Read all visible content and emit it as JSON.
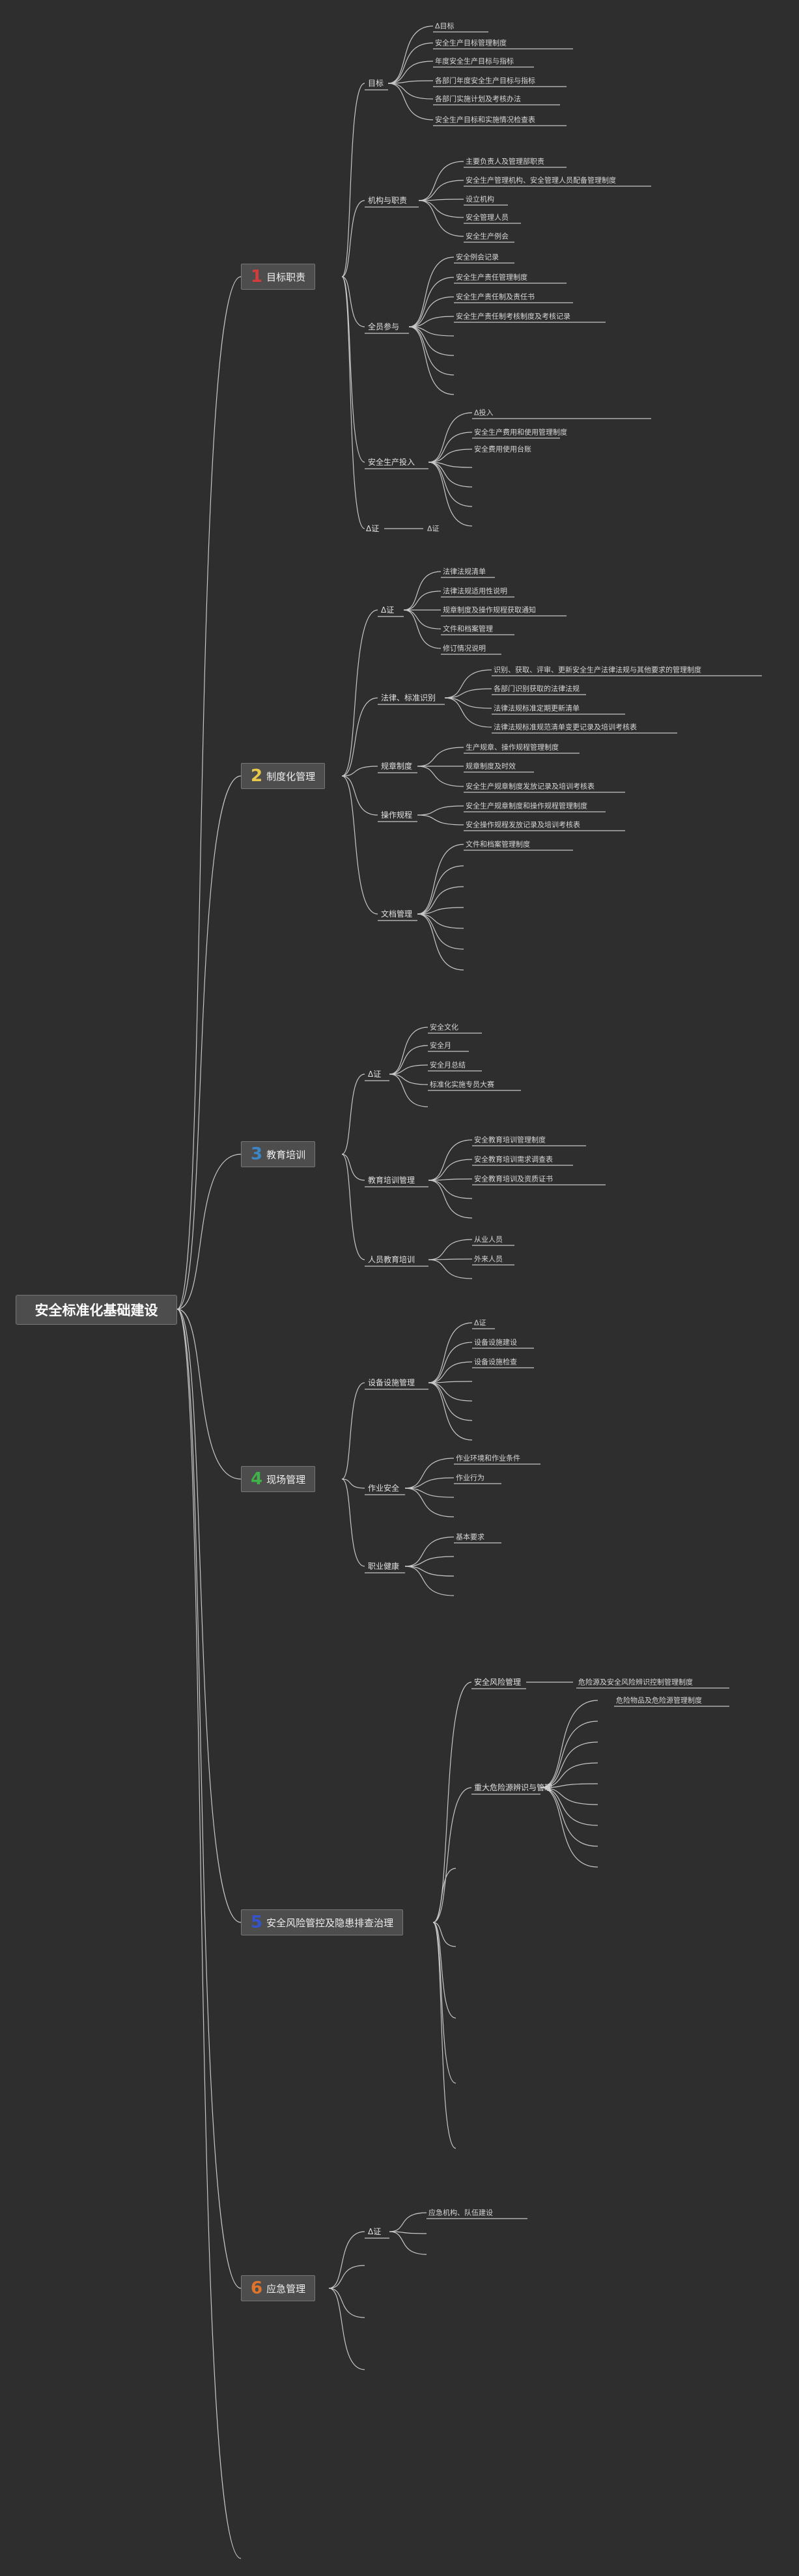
{
  "root": "安全标准化基础建设",
  "colors": {
    "line": "#c8c8c8",
    "background": "#2e2e2e",
    "box": "#4d4d4d"
  },
  "sections": [
    {
      "num": "1",
      "name": "目标职责",
      "num_color": "#d43c3c"
    },
    {
      "num": "2",
      "name": "制度化管理",
      "num_color": "#e7c84a"
    },
    {
      "num": "3",
      "name": "教育培训",
      "num_color": "#3c86c6"
    },
    {
      "num": "4",
      "name": "现场管理",
      "num_color": "#3fb34a"
    },
    {
      "num": "5",
      "name": "安全风险管控及隐患排查治理",
      "num_color": "#3554c9"
    },
    {
      "num": "6",
      "name": "应急管理",
      "num_color": "#e0742a"
    }
  ],
  "branches": [
    {
      "label": "目标",
      "items": [
        "Δ目标",
        "安全生产目标管理制度",
        "年度安全生产目标与指标",
        "各部门年度安全生产目标与指标",
        "各部门实施计划及考核办法",
        "安全生产目标和实施情况检查表"
      ]
    },
    {
      "label": "机构与职责",
      "items": [
        "主要负责人及管理部职责",
        "安全生产管理机构、安全管理人员配备管理制度",
        "设立机构",
        "安全管理人员",
        "安全生产例会"
      ]
    },
    {
      "label": "全员参与",
      "items": [
        "安全例会记录",
        "安全生产责任管理制度",
        "安全生产责任制及责任书",
        "安全生产责任制考核制度及考核记录"
      ]
    },
    {
      "label": "安全生产投入",
      "items": [
        "Δ投入",
        "安全生产费用和使用管理制度",
        "安全费用使用台账"
      ]
    },
    {
      "label": "Δ证",
      "items": [
        "Δ证"
      ]
    },
    {
      "label": "Δ证",
      "items": [
        "法律法规清单",
        "法律法规适用性说明",
        "规章制度及操作规程获取通知",
        "文件和档案管理",
        "修订情况说明"
      ]
    },
    {
      "label": "法律、标准识别",
      "items": [
        "识别、获取、评审、更新安全生产法律法规与其他要求的管理制度",
        "各部门识别获取的法律法规",
        "法律法规标准定期更新清单",
        "法律法规标准规范清单变更记录及培训考核表"
      ]
    },
    {
      "label": "规章制度",
      "items": [
        "生产规章、操作规程管理制度",
        "规章制度及时效",
        "安全生产规章制度发放记录及培训考核表"
      ]
    },
    {
      "label": "操作规程",
      "items": [
        "安全生产规章制度和操作规程管理制度",
        "安全操作规程发放记录及培训考核表"
      ]
    },
    {
      "label": "文档管理",
      "items": [
        "文件和档案管理制度"
      ]
    },
    {
      "label": "Δ证",
      "items": [
        "安全文化",
        "安全月",
        "安全月总结",
        "标准化实施专员大赛"
      ]
    },
    {
      "label": "教育培训管理",
      "items": [
        "安全教育培训管理制度",
        "安全教育培训需求调查表",
        "安全教育培训及资质证书"
      ]
    },
    {
      "label": "人员教育培训",
      "items": [
        "从业人员",
        "外来人员"
      ]
    },
    {
      "label": "设备设施管理",
      "items": [
        "Δ证",
        "设备设施建设",
        "设备设施检查"
      ]
    },
    {
      "label": "作业安全",
      "items": [
        "作业环境和作业条件",
        "作业行为"
      ]
    },
    {
      "label": "职业健康",
      "items": [
        "基本要求"
      ]
    },
    {
      "label": "安全风险管理",
      "items": [
        "危险源及安全风险辨识控制管理制度"
      ]
    },
    {
      "label": "重大危险源辨识与管理",
      "items": [
        "危险物品及危险源管理制度"
      ]
    },
    {
      "label": "Δ证",
      "items": [
        "应急机构、队伍建设"
      ]
    }
  ]
}
